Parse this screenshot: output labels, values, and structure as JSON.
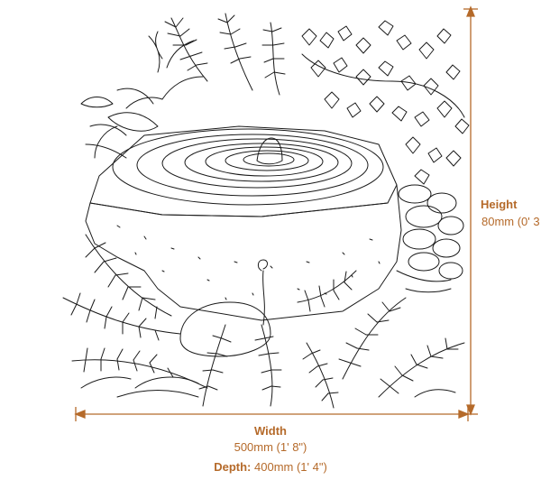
{
  "colors": {
    "dimension": "#b56a2a",
    "line_art": "#1a1a1a",
    "background": "#ffffff"
  },
  "dimensions": {
    "height": {
      "title": "Height",
      "value": "80mm (0' 3"
    },
    "width": {
      "title": "Width",
      "value": "500mm (1' 8\")"
    },
    "depth": {
      "title": "Depth:",
      "value": "400mm (1' 4\")"
    }
  },
  "illustration": {
    "icon": "stone-water-feature-illustration"
  }
}
